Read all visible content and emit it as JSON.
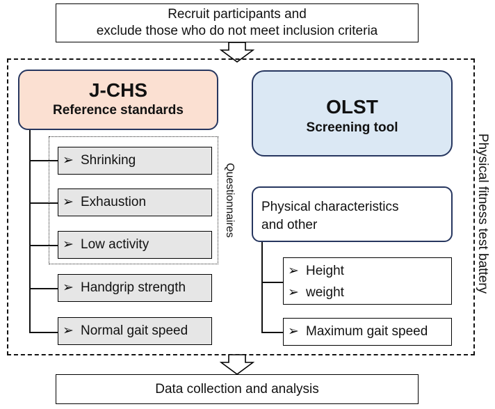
{
  "top_box": {
    "line1": "Recruit participants and",
    "line2": "exclude those who do not meet inclusion criteria"
  },
  "bottom_box": {
    "text": "Data collection and analysis"
  },
  "battery_label": "Physical fitness test battery",
  "jchs": {
    "title": "J-CHS",
    "subtitle": "Reference standards"
  },
  "olst": {
    "title": "OLST",
    "subtitle": "Screening tool"
  },
  "questionnaires_label": "Questionnaires",
  "jchs_items": [
    "Shrinking",
    "Exhaustion",
    "Low activity",
    "Handgrip strength",
    "Normal gait speed"
  ],
  "physical": {
    "line1": "Physical characteristics",
    "line2": "and other"
  },
  "olst_items": {
    "height": "Height",
    "weight": "weight",
    "gait": "Maximum gait speed"
  },
  "bullet": "➢"
}
